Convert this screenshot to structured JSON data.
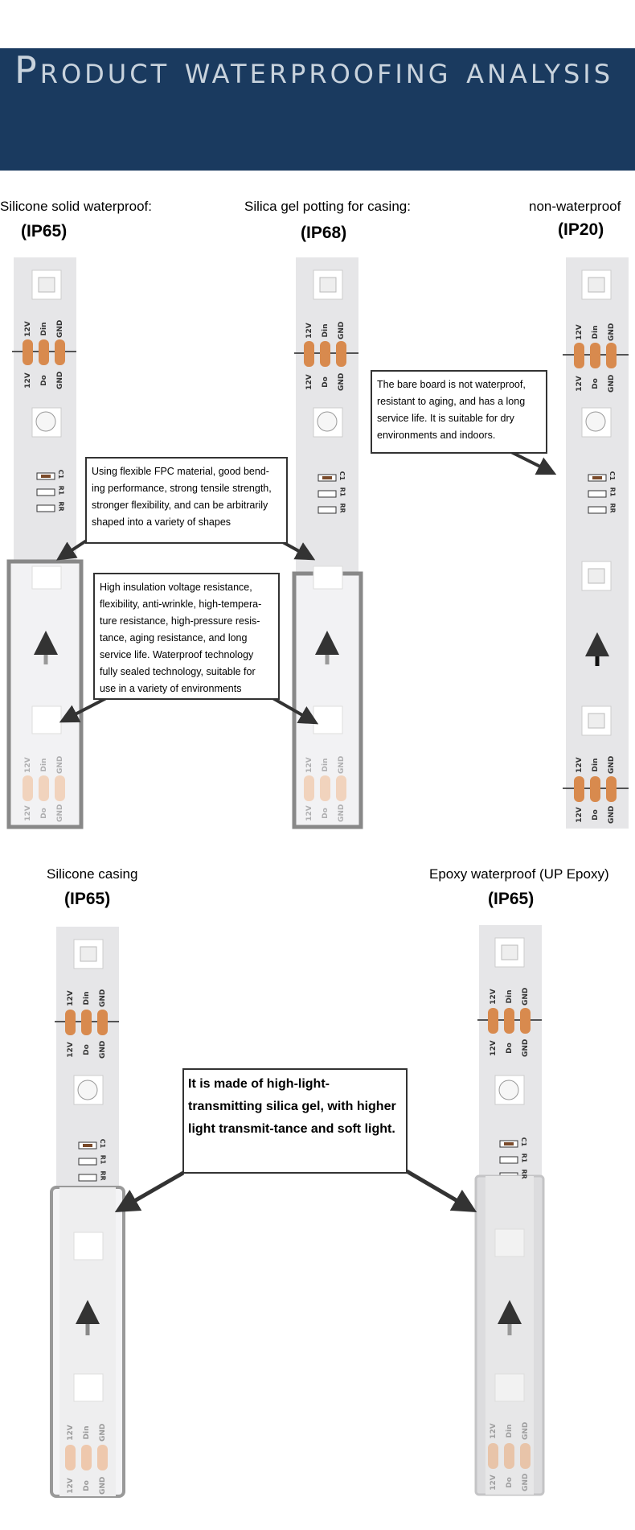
{
  "header": {
    "title": "Product waterproofing analysis"
  },
  "pins": {
    "v": "12V",
    "din": "Din",
    "gnd": "GND",
    "do": "Do"
  },
  "components": {
    "c1": "C1",
    "r1": "R1",
    "rr": "RR"
  },
  "colors": {
    "banner": "#1a3a5f",
    "pad": "#d88a4e",
    "strip": "#e6e6e8"
  },
  "sections": [
    {
      "caption": "Silicone solid waterproof:",
      "rating": "(IP65)"
    },
    {
      "caption": "Silica gel potting for casing:",
      "rating": "(IP68)"
    },
    {
      "caption": "non-waterproof",
      "rating": "(IP20)"
    },
    {
      "caption": "Silicone casing",
      "rating": "(IP65)"
    },
    {
      "caption": "Epoxy waterproof (UP Epoxy)",
      "rating": "(IP65)"
    }
  ],
  "callouts": {
    "fpc": "Using flexible FPC material, good bend-ing performance, strong tensile strength, stronger flexibility, and can be arbitrarily shaped into a variety of shapes",
    "insulation": "High insulation voltage resistance, flexibility, anti-wrinkle, high-tempera-ture resistance, high-pressure resis-tance, aging resistance, and long service life. Waterproof technology fully sealed technology, suitable for use in a variety of environments",
    "bare": "The bare board is not waterproof, resistant to aging, and has a long service life. It is suitable for dry environments and indoors.",
    "silica": "It is made of high-light-transmitting silica gel, with higher light transmit-tance and soft light."
  }
}
